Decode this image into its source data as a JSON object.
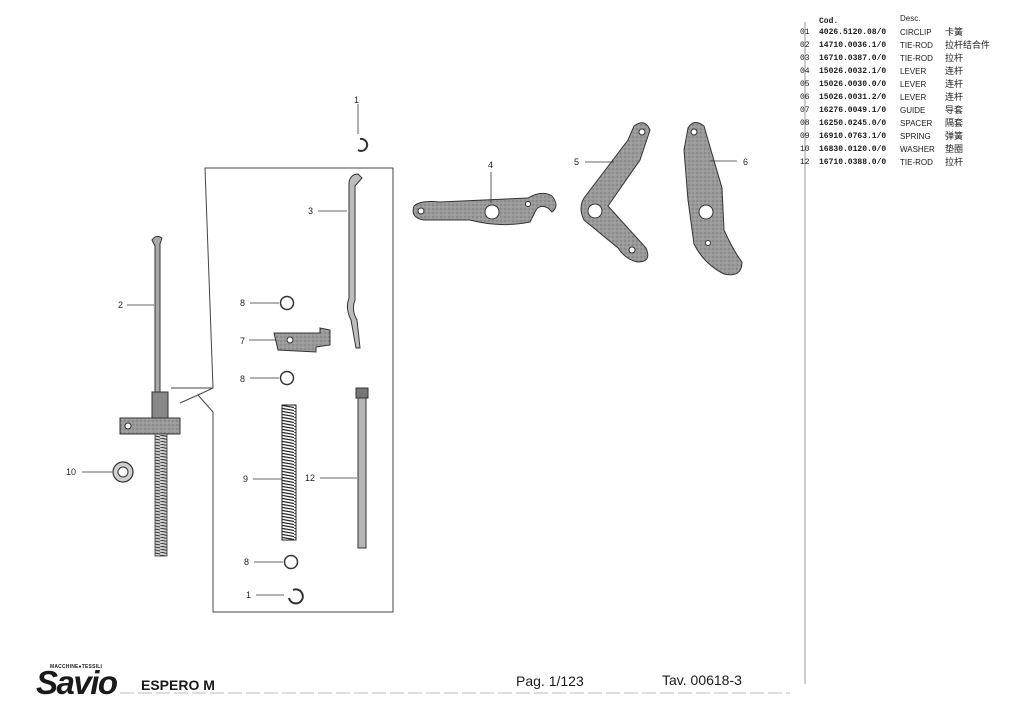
{
  "parts_table": {
    "header_code": "Cod.",
    "header_desc": "Desc.",
    "rows": [
      {
        "pos": "01",
        "code": "4026.5120.08/0",
        "desc": "CIRCLIP",
        "desc_cn": "卡簧"
      },
      {
        "pos": "02",
        "code": "14710.0036.1/0",
        "desc": "TIE-ROD",
        "desc_cn": "拉杆结合件"
      },
      {
        "pos": "03",
        "code": "16710.0387.0/0",
        "desc": "TIE-ROD",
        "desc_cn": "拉杆"
      },
      {
        "pos": "04",
        "code": "15026.0032.1/0",
        "desc": "LEVER",
        "desc_cn": "连杆"
      },
      {
        "pos": "05",
        "code": "15026.0030.0/0",
        "desc": "LEVER",
        "desc_cn": "连杆"
      },
      {
        "pos": "06",
        "code": "15026.0031.2/0",
        "desc": "LEVER",
        "desc_cn": "连杆"
      },
      {
        "pos": "07",
        "code": "16276.0049.1/0",
        "desc": "GUIDE",
        "desc_cn": "导套"
      },
      {
        "pos": "08",
        "code": "16250.0245.0/0",
        "desc": "SPACER",
        "desc_cn": "隔套"
      },
      {
        "pos": "09",
        "code": "16910.0763.1/0",
        "desc": "SPRING",
        "desc_cn": "弹簧"
      },
      {
        "pos": "10",
        "code": "16830.0120.0/0",
        "desc": "WASHER",
        "desc_cn": "垫圈"
      },
      {
        "pos": "12",
        "code": "16710.0388.0/0",
        "desc": "TIE-ROD",
        "desc_cn": "拉杆"
      }
    ]
  },
  "callouts": {
    "c1a": "1",
    "c3": "3",
    "c4": "4",
    "c5": "5",
    "c6": "6",
    "c2": "2",
    "c8a": "8",
    "c7": "7",
    "c8b": "8",
    "c10": "10",
    "c9": "9",
    "c12": "12",
    "c8c": "8",
    "c1b": "1"
  },
  "footer": {
    "brand_tagline": "MACCHINE●TESSILI",
    "brand_name": "Savio",
    "model": "ESPERO M",
    "page": "Pag. 1/123",
    "table_no": "Tav. 00618-3"
  }
}
